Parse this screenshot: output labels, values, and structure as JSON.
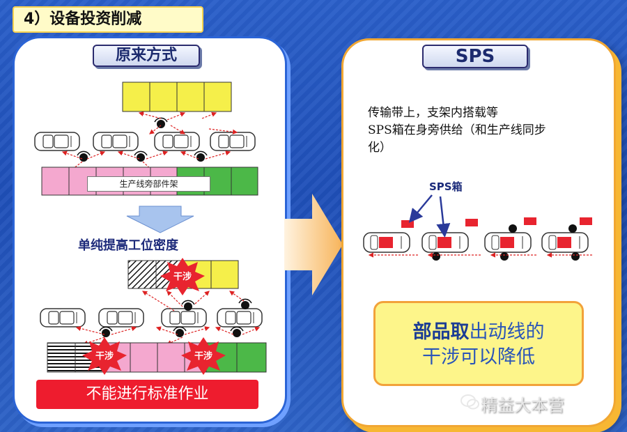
{
  "header": {
    "title": "4）设备投资削减"
  },
  "left": {
    "tag": "原来方式",
    "rack_label": "生产线旁部件架",
    "middle_text": "单纯提高工位密度",
    "interference": "干涉",
    "bottom_text": "不能进行标准作业"
  },
  "right": {
    "tag": "SPS",
    "description": "传输带上，支架内搭载等\nSPS箱在身旁供给（和生产线同步\n化）",
    "sps_box_label": "SPS箱",
    "result_bold": "部品取",
    "result_rest": "出动线的",
    "result_line2": "干涉可以降低"
  },
  "watermark": "精益大本营",
  "colors": {
    "background": "#2558c4",
    "yellow": "#f5ef4a",
    "pink": "#f4a8cf",
    "green": "#4cb848",
    "red": "#ee1c2e",
    "accent_orange": "#f1a733"
  },
  "icons": [
    "car-icon",
    "worker-icon",
    "arrow-right-icon",
    "arrow-down-icon",
    "burst-icon",
    "wechat-icon"
  ]
}
